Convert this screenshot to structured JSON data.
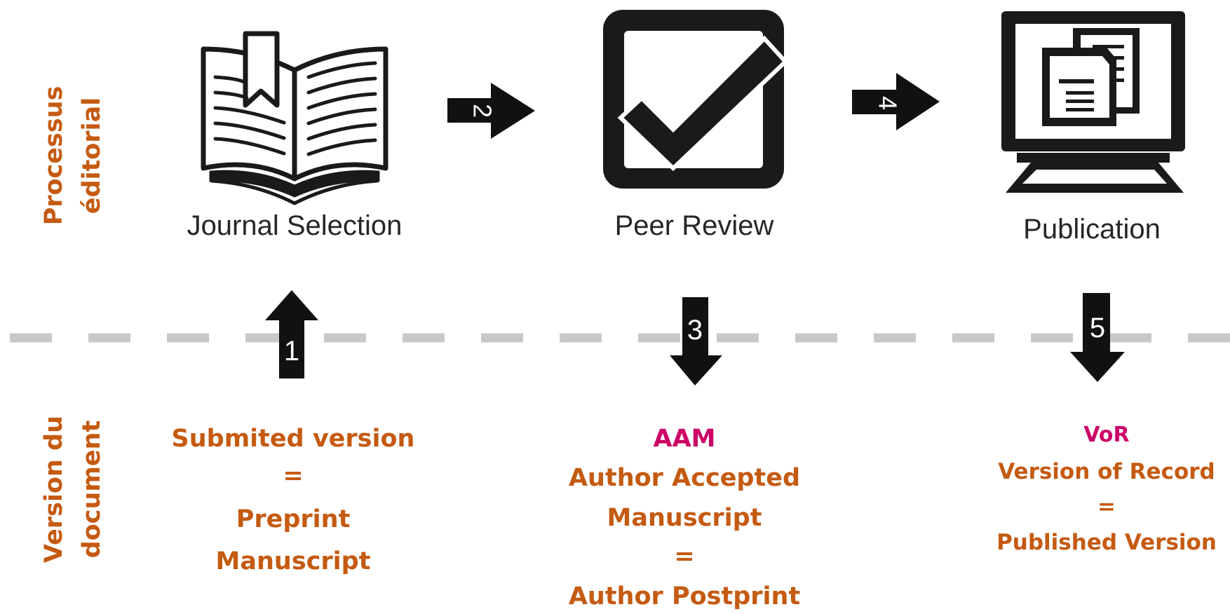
{
  "rows": {
    "top": [
      "Processus",
      "éditorial"
    ],
    "bottom": [
      "Version du",
      "document"
    ]
  },
  "stages": {
    "journal_selection": "Journal Selection",
    "peer_review": "Peer Review",
    "publication": "Publication"
  },
  "steps": {
    "s1": "1",
    "s2": "2",
    "s3": "3",
    "s4": "4",
    "s5": "5"
  },
  "versions": {
    "submitted": {
      "line1": "Submited version",
      "eq": "=",
      "line2": "Preprint",
      "line3": "Manuscript"
    },
    "aam": {
      "acronym": "AAM",
      "line1": "Author Accepted",
      "line2": "Manuscript",
      "eq": "=",
      "line3": "Author Postprint"
    },
    "vor": {
      "acronym": "VoR",
      "line1": "Version of Record",
      "eq": "=",
      "line2": "Published Version"
    }
  },
  "icons": {
    "book": "open-book-icon",
    "check": "checkbox-checked-icon",
    "computer": "computer-documents-icon"
  },
  "colors": {
    "label_orange": "#c55a11",
    "acronym_magenta": "#cc0066",
    "arrow": "#111111",
    "divider": "#c8c8c8"
  }
}
